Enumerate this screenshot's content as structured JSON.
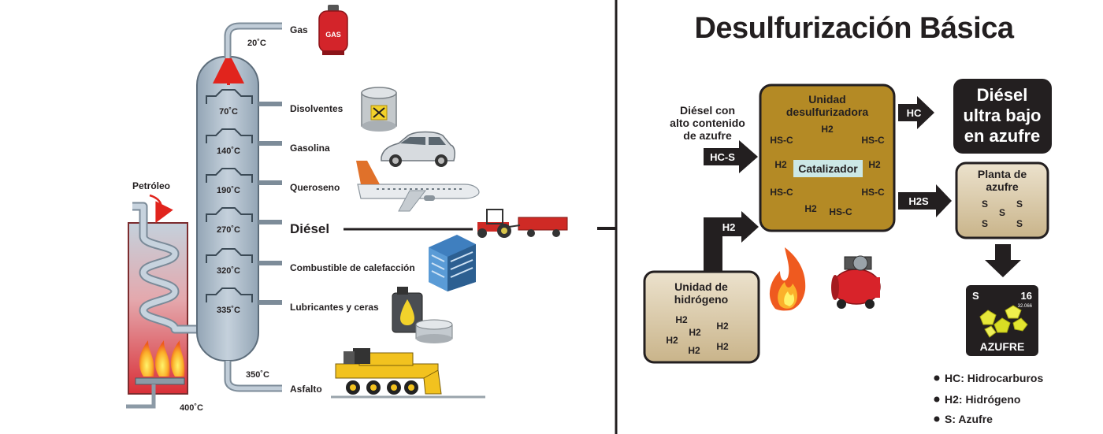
{
  "title": "Desulfurización Básica",
  "refinery": {
    "input_label": "Petróleo",
    "furnace_temp": "400˚C",
    "top_temp": "20˚C",
    "bottom_temp": "350˚C",
    "products": [
      {
        "name": "Gas",
        "temp": "20˚C"
      },
      {
        "name": "Disolventes",
        "temp": "70˚C"
      },
      {
        "name": "Gasolina",
        "temp": "140˚C"
      },
      {
        "name": "Queroseno",
        "temp": "190˚C"
      },
      {
        "name": "Diésel",
        "temp": "270˚C"
      },
      {
        "name": "Combustible de calefacción",
        "temp": "320˚C"
      },
      {
        "name": "Lubricantes y ceras",
        "temp": "335˚C"
      },
      {
        "name": "Asfalto",
        "temp": "350˚C"
      }
    ],
    "gas_tank_label": "GAS"
  },
  "desulf": {
    "input_label_lines": [
      "Diésel con",
      "alto contenido",
      "de azufre"
    ],
    "hcs_arrow": "HC-S",
    "h2_arrow": "H2",
    "unit_title_lines": [
      "Unidad",
      "desulfurizadora"
    ],
    "catalyst": "Catalizador",
    "unit_molecules": [
      "H2",
      "HS-C",
      "HS-C",
      "H2",
      "H2",
      "HS-C",
      "HS-C",
      "H2",
      "HS-C"
    ],
    "hc_arrow": "HC",
    "h2s_arrow": "H2S",
    "output_lines": [
      "Diésel",
      "ultra bajo",
      "en azufre"
    ],
    "sulfur_plant_lines": [
      "Planta de",
      "azufre"
    ],
    "sulfur_plant_atoms": [
      "S",
      "S",
      "S",
      "S",
      "S"
    ],
    "hydrogen_unit_lines": [
      "Unidad de",
      "hidrógeno"
    ],
    "hydrogen_atoms": [
      "H2",
      "H2",
      "H2",
      "H2",
      "H2",
      "H2"
    ],
    "element": {
      "symbol": "S",
      "number": "16",
      "mass": "32.066",
      "name": "AZUFRE"
    },
    "legend": [
      "HC: Hidrocarburos",
      "H2: Hidrógeno",
      "S: Azufre"
    ]
  },
  "colors": {
    "unit_gold": "#b48a25",
    "beige": "#d9c9a7",
    "column": "#a9b8c6",
    "red": "#e1241d"
  }
}
